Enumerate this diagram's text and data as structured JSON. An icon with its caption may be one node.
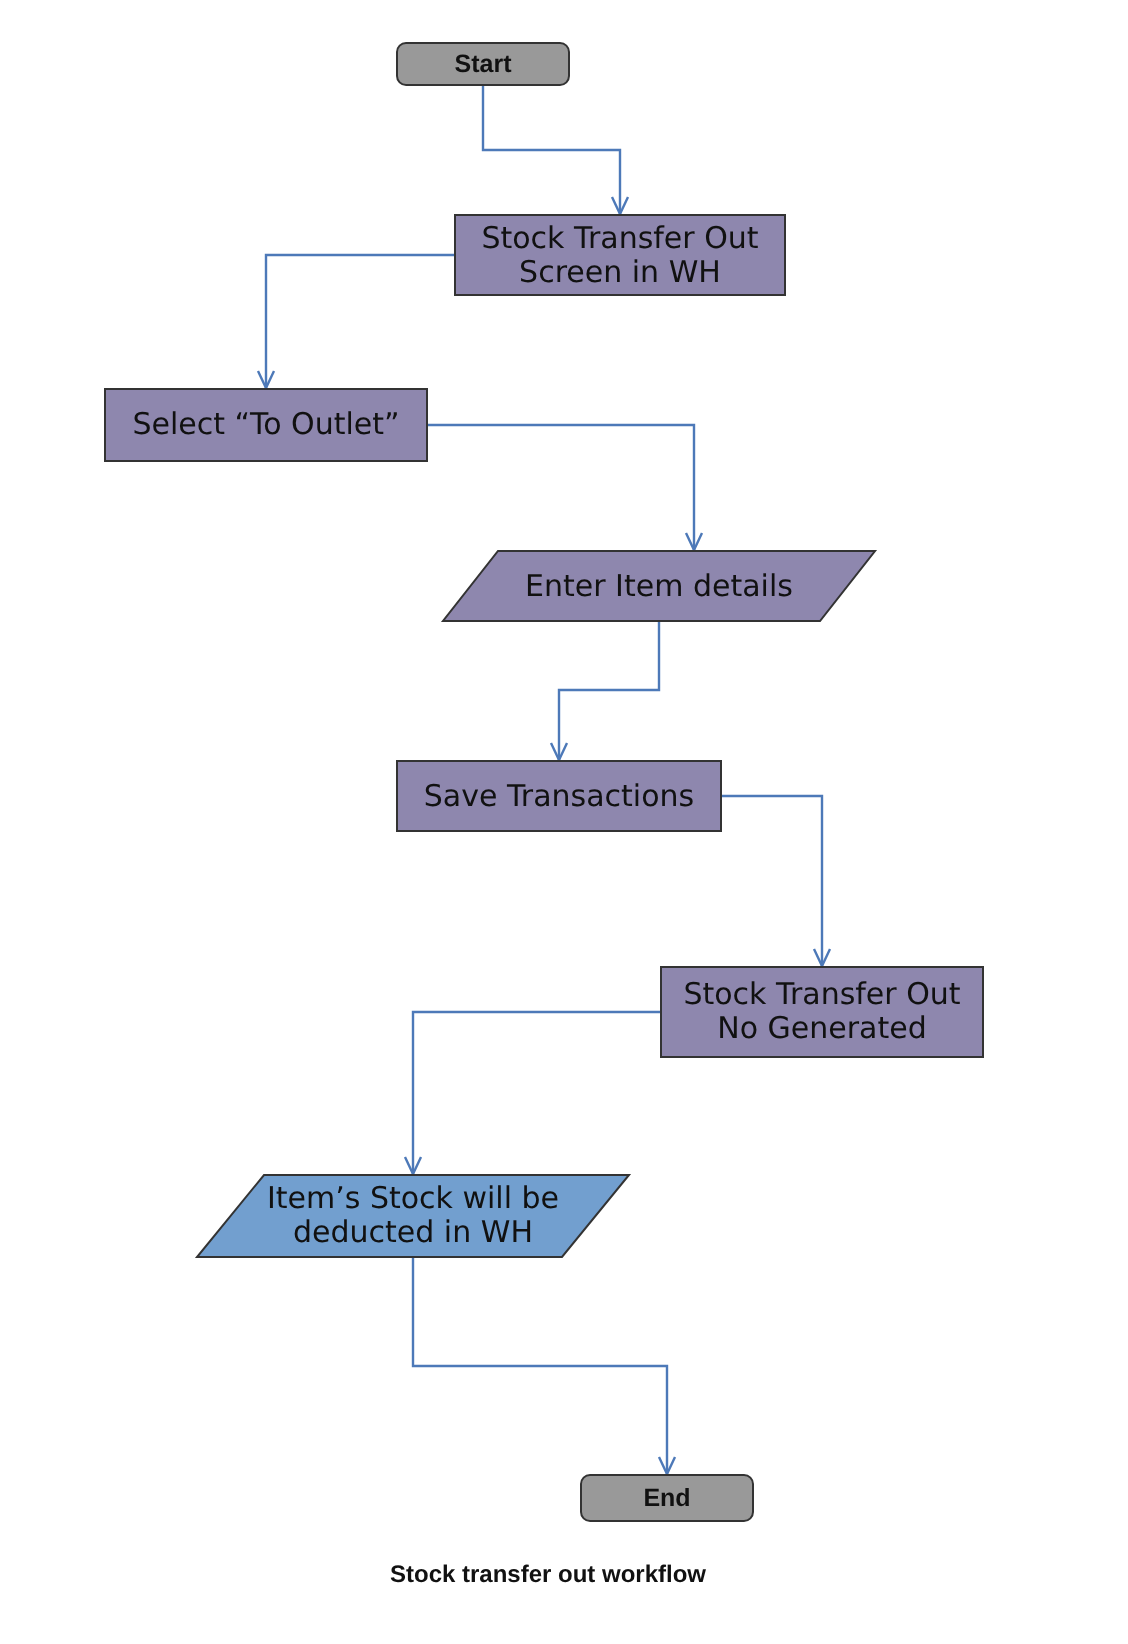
{
  "diagram": {
    "caption": "Stock transfer out workflow",
    "nodes": [
      {
        "text": [
          "Start"
        ]
      },
      {
        "text": [
          "Stock Transfer Out Screen in WH"
        ]
      },
      {
        "text": [
          "Select “To Outlet”"
        ]
      },
      {
        "text": [
          "Enter Item details"
        ]
      },
      {
        "text": [
          "Save Transactions"
        ]
      },
      {
        "text": [
          "Stock Transfer Out No Generated"
        ]
      },
      {
        "text": [
          "Item’s Stock will be deducted in WH"
        ]
      },
      {
        "text": [
          "End"
        ]
      }
    ],
    "edges": [
      {
        "from": 0,
        "to": 1,
        "arrow": "to"
      },
      {
        "from": 1,
        "to": 2,
        "arrow": "to"
      },
      {
        "from": 2,
        "to": 3,
        "arrow": "to"
      },
      {
        "from": 3,
        "to": 4,
        "arrow": "to"
      },
      {
        "from": 4,
        "to": 5,
        "arrow": "to"
      },
      {
        "from": 5,
        "to": 6,
        "arrow": "to"
      },
      {
        "from": 6,
        "to": 7,
        "arrow": "to"
      }
    ]
  }
}
